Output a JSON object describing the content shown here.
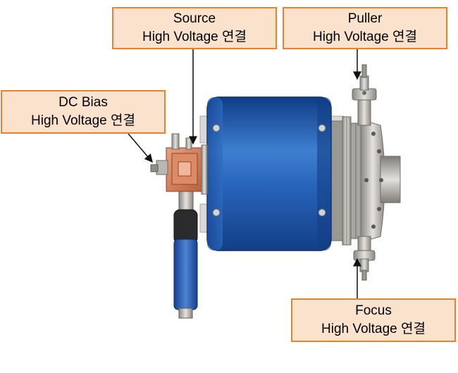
{
  "callouts": {
    "source": {
      "line1": "Source",
      "line2": "High Voltage 연결"
    },
    "puller": {
      "line1": "Puller",
      "line2": "High Voltage 연결"
    },
    "dc_bias": {
      "line1": "DC Bias",
      "line2": "High Voltage 연결"
    },
    "focus": {
      "line1": "Focus",
      "line2": "High Voltage 연결"
    }
  },
  "colors": {
    "callout_fill": "#fbe2cd",
    "callout_border": "#e8822e",
    "magnet_body": "#1f55a8",
    "source_block": "#d9805e",
    "flange": "#c9c6c1",
    "arrow": "#111111"
  }
}
